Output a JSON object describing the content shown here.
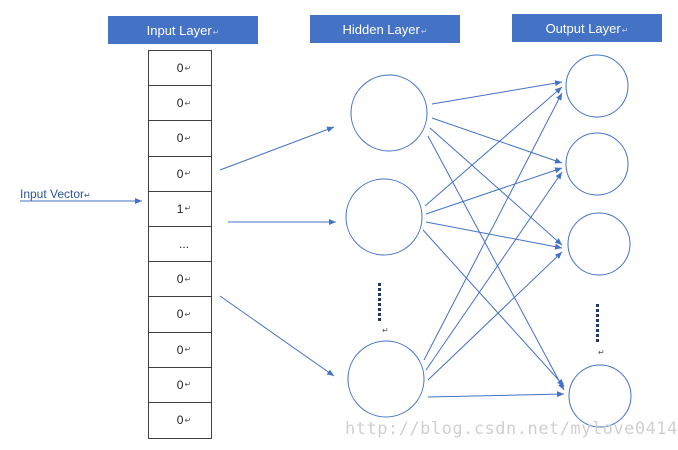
{
  "headers": {
    "input": "Input Layer",
    "hidden": "Hidden Layer",
    "output": "Output Layer"
  },
  "input_vector_label": "Input Vector",
  "input_values": [
    "0",
    "0",
    "0",
    "0",
    "1",
    "...",
    "0",
    "0",
    "0",
    "0",
    "0"
  ],
  "watermark": "http://blog.csdn.net/mylove0414",
  "colors": {
    "header_fill": "#4472C4",
    "header_text": "#ffffff",
    "arrow": "#4472C4",
    "label_text": "#2F5597",
    "dots": "#1F3864"
  }
}
